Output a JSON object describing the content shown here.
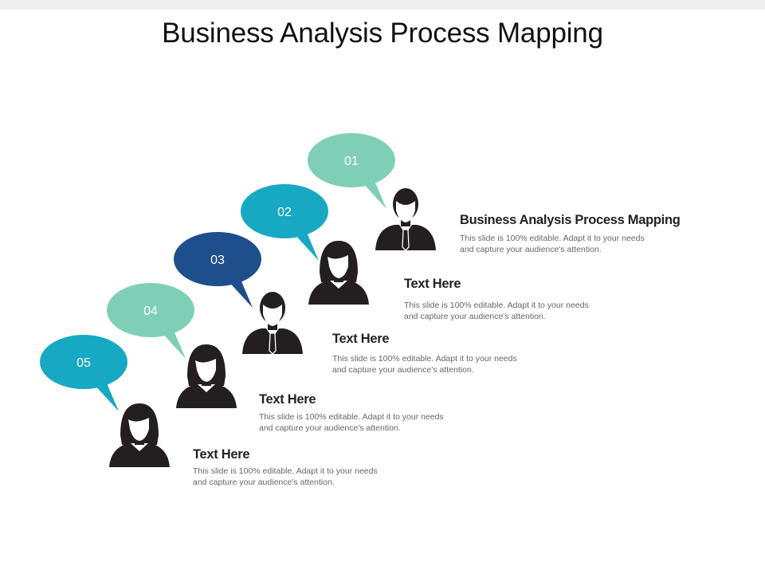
{
  "title": "Business Analysis Process Mapping",
  "colors": {
    "mint": "#7fcfb7",
    "teal": "#17a9c4",
    "navy": "#1f4e8c",
    "person": "#231f20"
  },
  "steps": [
    {
      "number": "01",
      "heading": "Business Analysis Process Mapping",
      "description": "This slide is 100% editable. Adapt it to your needs and capture your audience's attention.",
      "bubble_color": "#7fcfb7",
      "person_icon": "man-icon"
    },
    {
      "number": "02",
      "heading": "Text Here",
      "description": "This slide is 100% editable. Adapt it to your needs and capture your audience's attention.",
      "bubble_color": "#17a9c4",
      "person_icon": "woman-icon"
    },
    {
      "number": "03",
      "heading": "Text Here",
      "description": "This slide is 100% editable. Adapt it to your needs and capture your audience's attention.",
      "bubble_color": "#1f4e8c",
      "person_icon": "man-icon"
    },
    {
      "number": "04",
      "heading": "Text Here",
      "description": "This slide is 100% editable. Adapt it to your needs and capture your audience's attention.",
      "bubble_color": "#7fcfb7",
      "person_icon": "woman-icon"
    },
    {
      "number": "05",
      "heading": "Text Here",
      "description": "This slide is 100% editable. Adapt it to your needs and capture your audience's attention.",
      "bubble_color": "#17a9c4",
      "person_icon": "woman-icon"
    }
  ]
}
